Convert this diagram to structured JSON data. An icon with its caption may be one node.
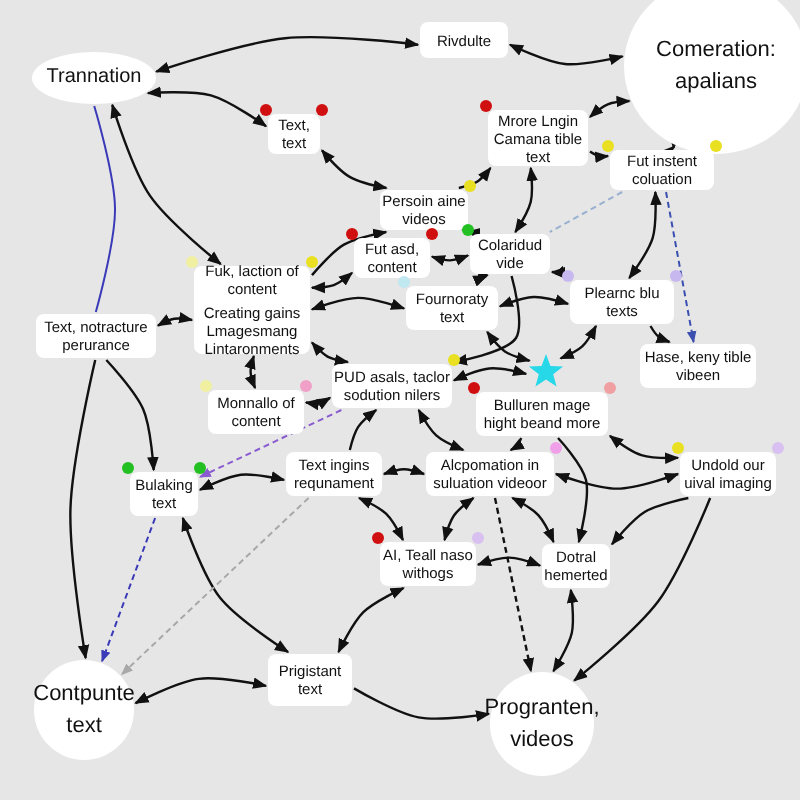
{
  "diagram": {
    "nodes": [
      {
        "text": [
          "Trannation"
        ]
      },
      {
        "text": [
          "Rivdulte"
        ]
      },
      {
        "text": [
          "Comeration: apalians"
        ]
      },
      {
        "text": [
          "Text, text"
        ]
      },
      {
        "text": [
          "Mrore Lngin Camana tible text"
        ]
      },
      {
        "text": [
          "Persoin aine videos"
        ]
      },
      {
        "text": [
          "Fut instent coluation"
        ]
      },
      {
        "text": [
          "Fut asd, content"
        ]
      },
      {
        "text": [
          "Colaridud vide"
        ]
      },
      {
        "text": [
          "Fuk, laction of content",
          "Creating gains Lmagesmang Lintaronments"
        ]
      },
      {
        "text": [
          "Text, notracture perurance"
        ]
      },
      {
        "text": [
          "Fournoraty text"
        ]
      },
      {
        "text": [
          "Plearnc blu texts"
        ]
      },
      {
        "text": [
          "Hase, keny tible vibeen"
        ]
      },
      {
        "text": [
          "Monnallo of content"
        ]
      },
      {
        "text": [
          "PUD asals, taclor sodution nilers"
        ]
      },
      {
        "text": [],
        "shape": "star"
      },
      {
        "text": [
          "Bulluren mage hight beand more"
        ]
      },
      {
        "text": [
          "Text ingins requnament"
        ]
      },
      {
        "text": [
          "Alcpomation in suluation videoor"
        ]
      },
      {
        "text": [
          "Undold our uival imaging"
        ]
      },
      {
        "text": [
          "Bulaking text"
        ]
      },
      {
        "text": [
          "AI, Teall naso withogs"
        ]
      },
      {
        "text": [
          "Dotral hemerted"
        ]
      },
      {
        "text": [
          "Contpunte text"
        ]
      },
      {
        "text": [
          "Prigistant text"
        ]
      },
      {
        "text": [
          "Progranten, videos"
        ]
      }
    ],
    "edges": [
      {
        "from": 0,
        "to": 1,
        "arrow": "both"
      },
      {
        "from": 1,
        "to": 2,
        "arrow": "both"
      },
      {
        "from": 0,
        "to": 3,
        "arrow": "both"
      },
      {
        "from": 0,
        "to": 9,
        "arrow": "both"
      },
      {
        "from": 0,
        "to": 10,
        "arrow": "none",
        "color": "#3a3ab8"
      },
      {
        "from": 3,
        "to": 5,
        "arrow": "both"
      },
      {
        "from": 9,
        "to": 5,
        "arrow": "to"
      },
      {
        "from": 5,
        "to": 4,
        "arrow": "to"
      },
      {
        "from": 4,
        "to": 2,
        "arrow": "both"
      },
      {
        "from": 4,
        "to": 6,
        "arrow": "to"
      },
      {
        "from": 4,
        "to": 8,
        "arrow": "both"
      },
      {
        "from": 2,
        "to": 6,
        "arrow": "both"
      },
      {
        "from": 6,
        "to": 12,
        "arrow": "both"
      },
      {
        "from": 6,
        "to": 8,
        "arrow": "none",
        "style": "dashed",
        "color": "#9ab0d0"
      },
      {
        "from": 5,
        "to": 8,
        "arrow": "both"
      },
      {
        "from": 7,
        "to": 8,
        "arrow": "both"
      },
      {
        "from": 7,
        "to": 9,
        "arrow": "both"
      },
      {
        "from": 8,
        "to": 11,
        "arrow": "both"
      },
      {
        "from": 8,
        "to": 12,
        "arrow": "both"
      },
      {
        "from": 8,
        "to": 15,
        "arrow": "to"
      },
      {
        "from": 9,
        "to": 11,
        "arrow": "both"
      },
      {
        "from": 9,
        "to": 15,
        "arrow": "both"
      },
      {
        "from": 10,
        "to": 9,
        "arrow": "both"
      },
      {
        "from": 9,
        "to": 14,
        "arrow": "both"
      },
      {
        "from": 11,
        "to": 12,
        "arrow": "both"
      },
      {
        "from": 11,
        "to": 16,
        "arrow": "both"
      },
      {
        "from": 12,
        "to": 16,
        "arrow": "both"
      },
      {
        "from": 12,
        "to": 13,
        "arrow": "to"
      },
      {
        "from": 6,
        "to": 13,
        "arrow": "to",
        "style": "dashed",
        "color": "#3a4fb0"
      },
      {
        "from": 14,
        "to": 15,
        "arrow": "both"
      },
      {
        "from": 15,
        "to": 16,
        "arrow": "both"
      },
      {
        "from": 15,
        "to": 19,
        "arrow": "both"
      },
      {
        "from": 18,
        "to": 15,
        "arrow": "to"
      },
      {
        "from": 15,
        "to": 21,
        "arrow": "to",
        "style": "dashed",
        "color": "#8a5ad0"
      },
      {
        "from": 17,
        "to": 19,
        "arrow": "to"
      },
      {
        "from": 17,
        "to": 20,
        "arrow": "both"
      },
      {
        "from": 18,
        "to": 19,
        "arrow": "both"
      },
      {
        "from": 18,
        "to": 21,
        "arrow": "both"
      },
      {
        "from": 18,
        "to": 22,
        "arrow": "both"
      },
      {
        "from": 19,
        "to": 22,
        "arrow": "both"
      },
      {
        "from": 19,
        "to": 23,
        "arrow": "both"
      },
      {
        "from": 19,
        "to": 20,
        "arrow": "both"
      },
      {
        "from": 19,
        "to": 26,
        "arrow": "to",
        "style": "dashed"
      },
      {
        "from": 20,
        "to": 23,
        "arrow": "to"
      },
      {
        "from": 20,
        "to": 26,
        "arrow": "to"
      },
      {
        "from": 17,
        "to": 23,
        "arrow": "to"
      },
      {
        "from": 22,
        "to": 23,
        "arrow": "both"
      },
      {
        "from": 22,
        "to": 25,
        "arrow": "both"
      },
      {
        "from": 23,
        "to": 26,
        "arrow": "both"
      },
      {
        "from": 21,
        "to": 25,
        "arrow": "both"
      },
      {
        "from": 21,
        "to": 24,
        "arrow": "to",
        "style": "dashed",
        "color": "#3a3ab8"
      },
      {
        "from": 18,
        "to": 24,
        "arrow": "to",
        "style": "dashed",
        "color": "#a8a8a8"
      },
      {
        "from": 24,
        "to": 25,
        "arrow": "both"
      },
      {
        "from": 25,
        "to": 26,
        "arrow": "to"
      },
      {
        "from": 10,
        "to": 21,
        "arrow": "to"
      },
      {
        "from": 10,
        "to": 24,
        "arrow": "to"
      }
    ]
  }
}
